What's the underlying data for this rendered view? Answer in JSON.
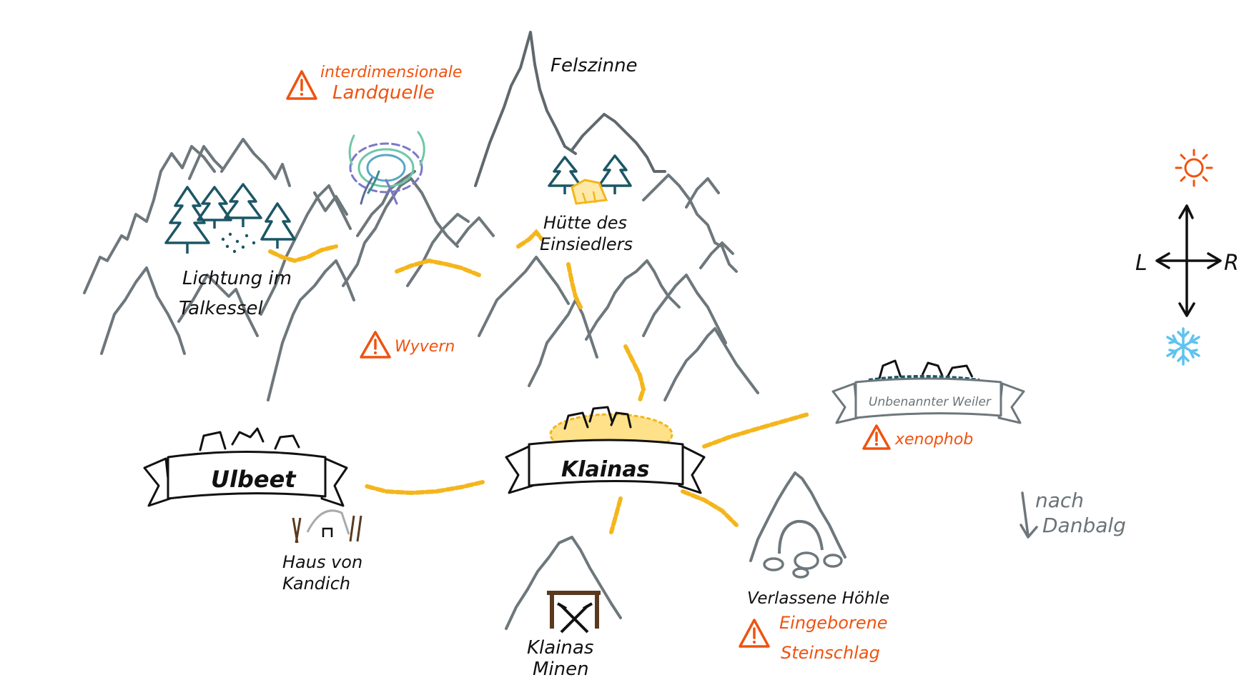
{
  "places": {
    "felszinne": "Felszinne",
    "landquelle_1": "interdimensionale",
    "landquelle_2": "Landquelle",
    "lichtung_1": "Lichtung im",
    "lichtung_2": "Talkessel",
    "huette_1": "Hütte des",
    "huette_2": "Einsiedlers",
    "wyvern": "Wyvern",
    "weiler": "Unbenannter Weiler",
    "xenophob": "xenophob",
    "ulbeet": "Ulbeet",
    "klainas": "Klainas",
    "haus_1": "Haus von",
    "haus_2": "Kandich",
    "minen_1": "Klainas",
    "minen_2": "Minen",
    "hoehle": "Verlassene Höhle",
    "hoehle_warn_1": "Eingeborene",
    "hoehle_warn_2": "Steinschlag",
    "nach_1": "nach",
    "nach_2": "Danbalg"
  },
  "compass": {
    "left": "L",
    "right": "R",
    "up_icon": "sun-icon",
    "down_icon": "snowflake-icon"
  },
  "colors": {
    "mountain": "#6d777c",
    "path": "#f4b61c",
    "warning": "#f0520f",
    "tree": "#1c5665",
    "sun": "#f0520f",
    "snow": "#5fc3ee",
    "wood": "#5a3a1f"
  }
}
